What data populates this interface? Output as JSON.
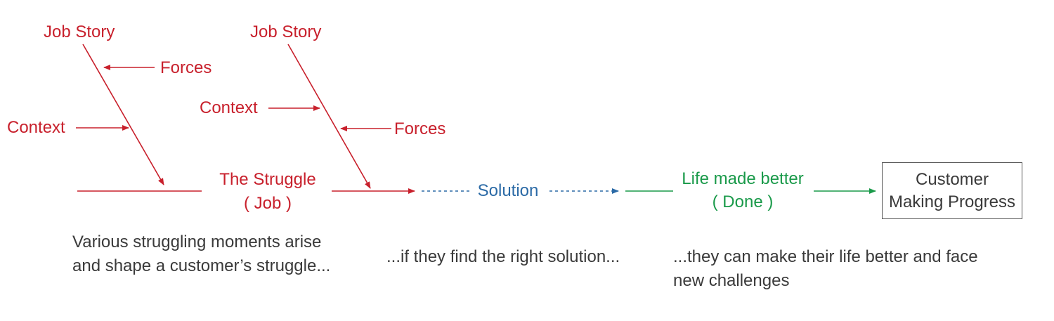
{
  "colors": {
    "force": "#c8202c",
    "solution": "#2b6aa6",
    "done": "#1a9a4a",
    "text": "#3a3a3a"
  },
  "left_story": {
    "title": "Job Story",
    "forces": "Forces",
    "context": "Context"
  },
  "right_story": {
    "title": "Job Story",
    "forces": "Forces",
    "context": "Context"
  },
  "struggle": {
    "line1": "The Struggle",
    "line2": "( Job )"
  },
  "solution": "Solution",
  "done": {
    "line1": "Life made better",
    "line2": "( Done )"
  },
  "progress_box": {
    "line1": "Customer",
    "line2": "Making Progress"
  },
  "captions": {
    "struggle": {
      "line1": "Various struggling moments arise",
      "line2": "and shape a customer’s struggle..."
    },
    "solution": "...if they find the right solution...",
    "done": {
      "line1": "...they can make their life better and face",
      "line2": "new challenges"
    }
  }
}
